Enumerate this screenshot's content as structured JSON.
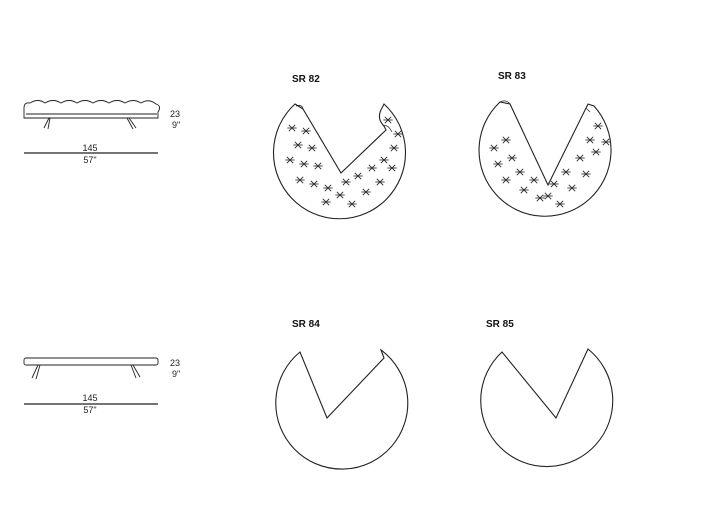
{
  "profiles": [
    {
      "height_cm": "23",
      "height_in": "9\"",
      "length_cm": "145",
      "length_in": "57\""
    },
    {
      "height_cm": "23",
      "height_in": "9\"",
      "length_cm": "145",
      "length_in": "57\""
    }
  ],
  "models": [
    {
      "label": "SR 82",
      "tufted": true
    },
    {
      "label": "SR 83",
      "tufted": true
    },
    {
      "label": "SR 84",
      "tufted": false
    },
    {
      "label": "SR 85",
      "tufted": false
    }
  ]
}
